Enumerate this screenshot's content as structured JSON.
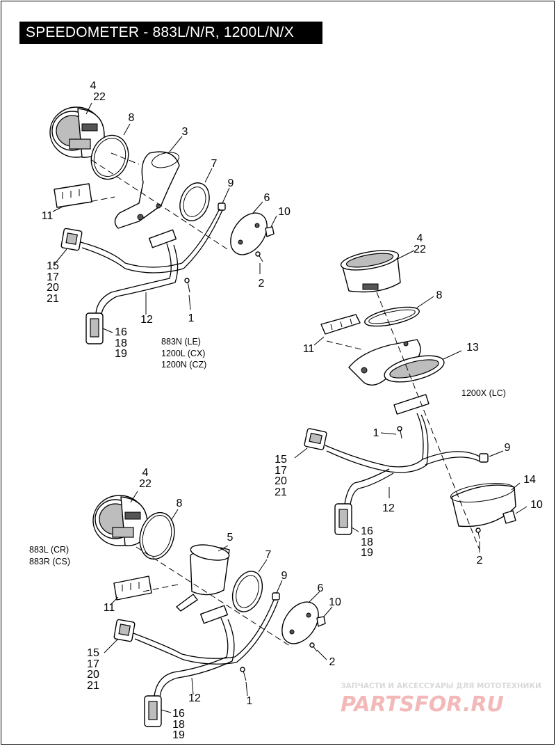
{
  "title": "SPEEDOMETER - 883L/N/R, 1200L/N/X",
  "colors": {
    "title_bg": "#000000",
    "title_fg": "#ffffff",
    "line": "#000000",
    "watermark_logo": "#f3b9b9",
    "watermark_sub": "#d9d9d9"
  },
  "views": {
    "top_left": {
      "variants": [
        "883N (LE)",
        "1200L (CX)",
        "1200N (CZ)"
      ],
      "callouts": {
        "c4": "4",
        "c22": "22",
        "c8": "8",
        "c3": "3",
        "c7": "7",
        "c9": "9",
        "c6": "6",
        "c10": "10",
        "c11": "11",
        "c15": "15",
        "c17": "17",
        "c20": "20",
        "c21": "21",
        "c2": "2",
        "c1": "1",
        "c12": "12",
        "c16": "16",
        "c18": "18",
        "c19": "19"
      }
    },
    "right": {
      "variants": [
        "1200X (LC)"
      ],
      "callouts": {
        "c4": "4",
        "c22": "22",
        "c8": "8",
        "c11": "11",
        "c13": "13",
        "c1": "1",
        "c15": "15",
        "c17": "17",
        "c20": "20",
        "c21": "21",
        "c9": "9",
        "c14": "14",
        "c12": "12",
        "c10": "10",
        "c16": "16",
        "c18": "18",
        "c19": "19",
        "c2": "2"
      }
    },
    "bottom_left": {
      "variants": [
        "883L (CR)",
        "883R (CS)"
      ],
      "callouts": {
        "c4": "4",
        "c22": "22",
        "c8": "8",
        "c5": "5",
        "c7": "7",
        "c9": "9",
        "c6": "6",
        "c10": "10",
        "c11": "11",
        "c15": "15",
        "c17": "17",
        "c20": "20",
        "c21": "21",
        "c2": "2",
        "c1": "1",
        "c12": "12",
        "c16": "16",
        "c18": "18",
        "c19": "19"
      }
    }
  },
  "watermark": {
    "subtitle": "ЗАПЧАСТИ И АКСЕССУАРЫ ДЛЯ МОТОТЕХНИКИ",
    "logo": "PARTSFOR.RU"
  }
}
